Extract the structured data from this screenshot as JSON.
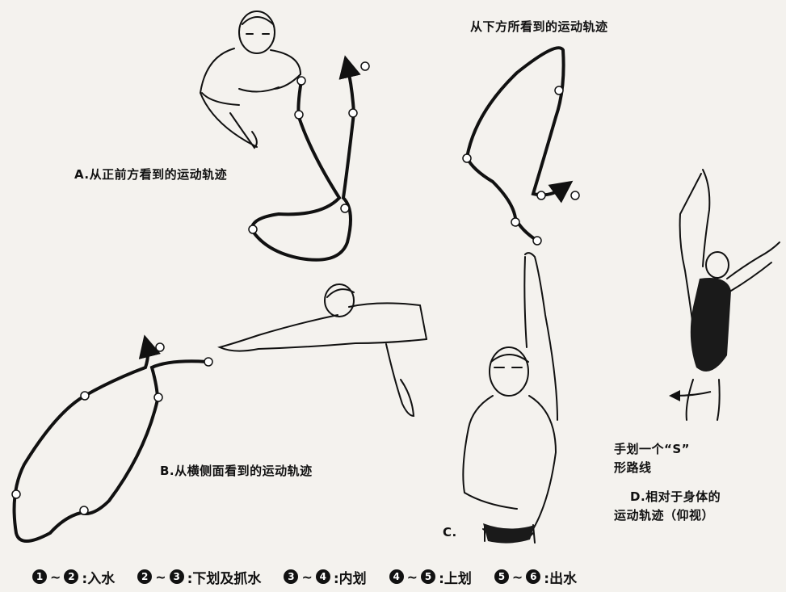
{
  "captions": {
    "bottom_view": "从下方所看到的运动轨迹",
    "front_view": "A.从正前方看到的运动轨迹",
    "side_view": "B.从横侧面看到的运动轨迹",
    "c_label": "C.",
    "s_path_line1": "手划一个“S”",
    "s_path_line2": "形路线",
    "d_line1": "D.相对于身体的",
    "d_line2": "运动轨迹（仰视）"
  },
  "legend": [
    {
      "from": "1",
      "to": "2",
      "text": ":入水"
    },
    {
      "from": "2",
      "to": "3",
      "text": ":下划及抓水"
    },
    {
      "from": "3",
      "to": "4",
      "text": ":内划"
    },
    {
      "from": "4",
      "to": "5",
      "text": ":上划"
    },
    {
      "from": "5",
      "to": "6",
      "text": ":出水"
    }
  ],
  "stroke_points": [
    "1",
    "2",
    "3",
    "4",
    "5",
    "6"
  ],
  "colors": {
    "ink": "#111111",
    "paper": "#f4f2ee",
    "suit": "#1a1a1a"
  }
}
